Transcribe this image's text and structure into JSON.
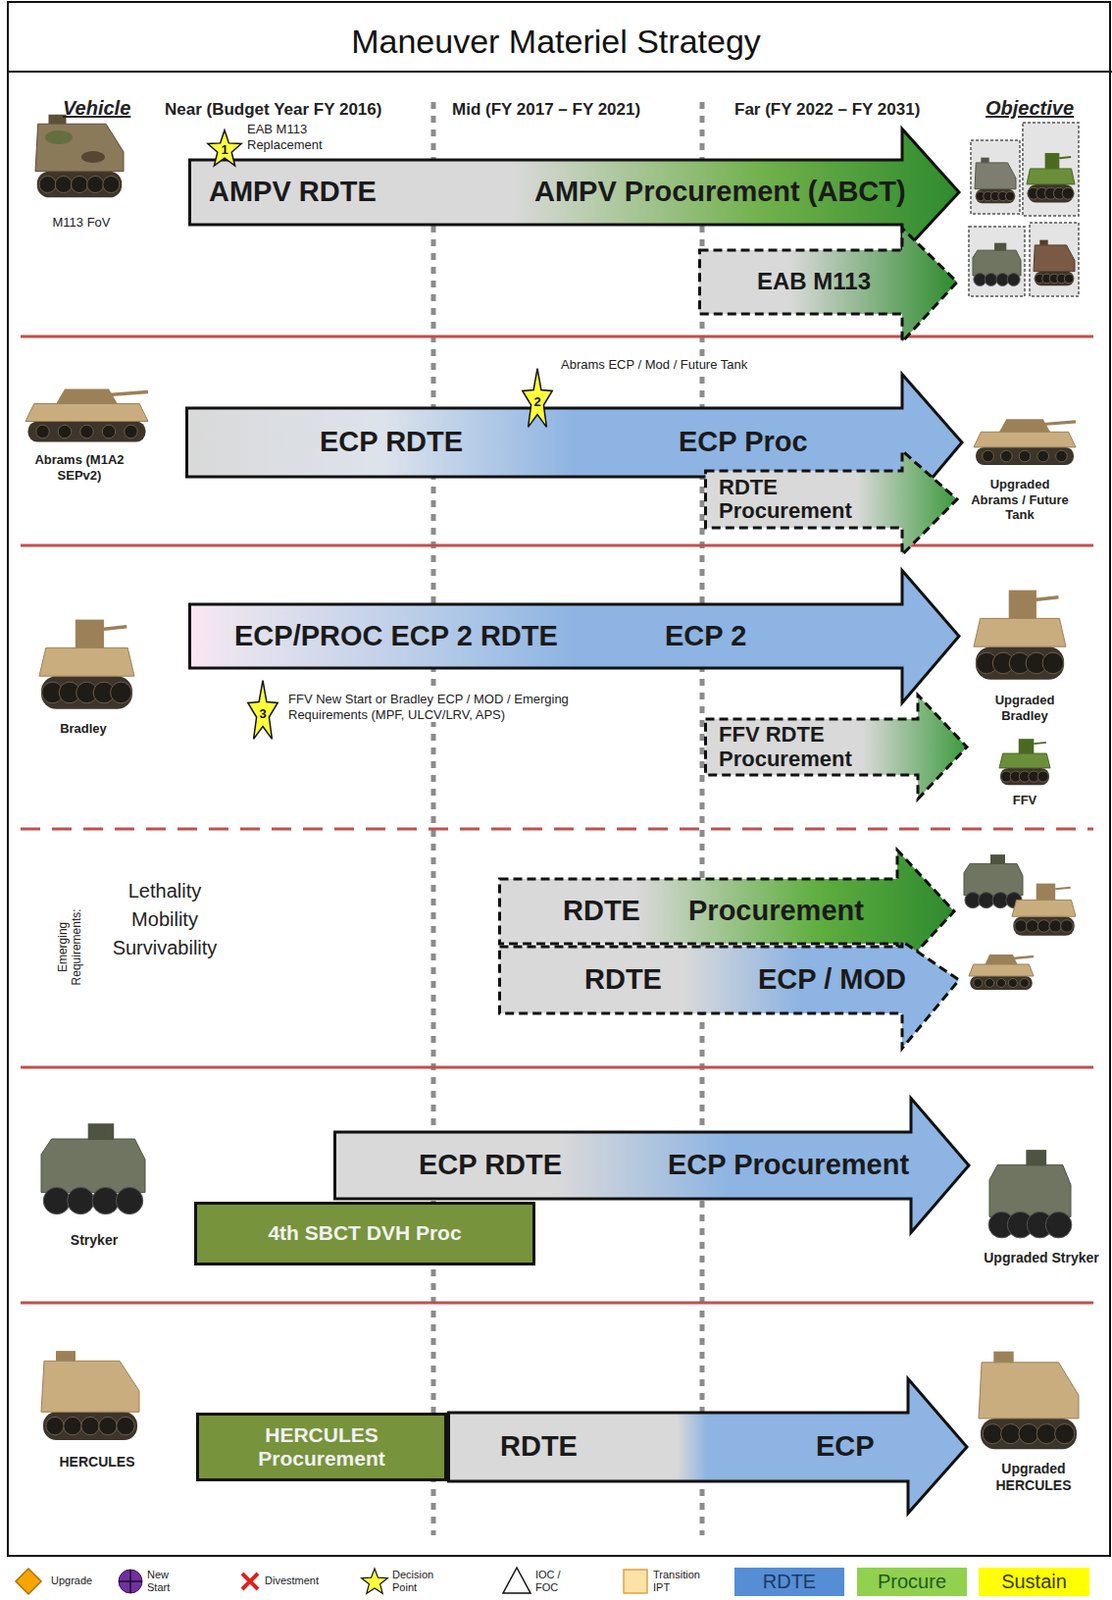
{
  "diagram": {
    "title": "Maneuver Materiel Strategy",
    "nodes": [
      {
        "text": [
          "1"
        ]
      },
      {
        "text": [
          "AMPV RDTE",
          "AMPV Procurement (ABCT)"
        ]
      },
      {
        "text": [
          "EAB M113"
        ]
      },
      {
        "text": [
          "2"
        ]
      },
      {
        "text": [
          "ECP RDTE",
          "ECP Proc"
        ]
      },
      {
        "text": [
          "RDTE Procurement"
        ]
      },
      {
        "text": [
          "ECP/PROC ECP 2 RDTE",
          "ECP 2"
        ]
      },
      {
        "text": [
          "3"
        ]
      },
      {
        "text": [
          "FFV RDTE Procurement"
        ]
      },
      {
        "text": [
          "RDTE",
          "Procurement"
        ]
      },
      {
        "text": [
          "RDTE",
          "ECP / MOD"
        ]
      },
      {
        "text": [
          "ECP RDTE",
          "ECP Procurement"
        ]
      },
      {
        "text": [
          "4th SBCT DVH Proc"
        ]
      },
      {
        "text": [
          "HERCULES Procurement"
        ]
      },
      {
        "text": [
          "RDTE",
          "ECP"
        ]
      }
    ],
    "labels": [
      "Vehicle",
      "Near (Budget Year FY 2016)",
      "Mid (FY 2017 – FY 2021)",
      "Far (FY 2022 – FY 2031)",
      "Objective",
      "M113 FoV",
      "EAB M113 Replacement",
      "Abrams (M1A2 SEPv2)",
      "Abrams ECP / Mod / Future Tank",
      "Upgraded Abrams / Future Tank",
      "Bradley",
      "FFV New Start or Bradley ECP / MOD / Emerging Requirements (MPF, ULCV/LRV, APS)",
      "Upgraded Bradley",
      "FFV",
      "Emerging Requirements:",
      "Lethality",
      "Mobility",
      "Survivability",
      "Stryker",
      "Upgraded Stryker",
      "HERCULES",
      "Upgraded HERCULES"
    ],
    "legend": [
      {
        "text": "Upgrade"
      },
      {
        "text": "New Start"
      },
      {
        "text": "Divestment"
      },
      {
        "text": "Decision Point"
      },
      {
        "text": "IOC / FOC"
      },
      {
        "text": "Transition IPT"
      },
      {
        "text": "RDTE",
        "color": "#558ed5"
      },
      {
        "text": "Procure",
        "color": "#92d050"
      },
      {
        "text": "Sustain",
        "color": "#ffff00"
      }
    ]
  }
}
